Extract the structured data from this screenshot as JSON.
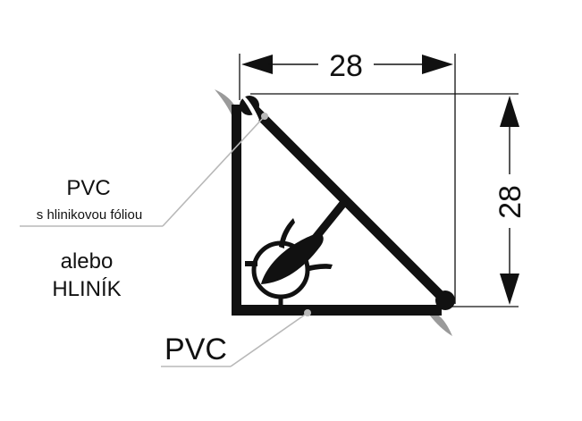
{
  "dimensions": {
    "width": "28",
    "height": "28"
  },
  "labels": {
    "pvc_top": "PVC",
    "pvc_top_sub": "s hlinikovou fóliou",
    "or_word": "alebo",
    "aluminium": "HLINÍK",
    "pvc_bottom": "PVC"
  },
  "colors": {
    "profile": "#111111",
    "lip": "#a0a0a0",
    "leader": "#b8b8b8"
  }
}
